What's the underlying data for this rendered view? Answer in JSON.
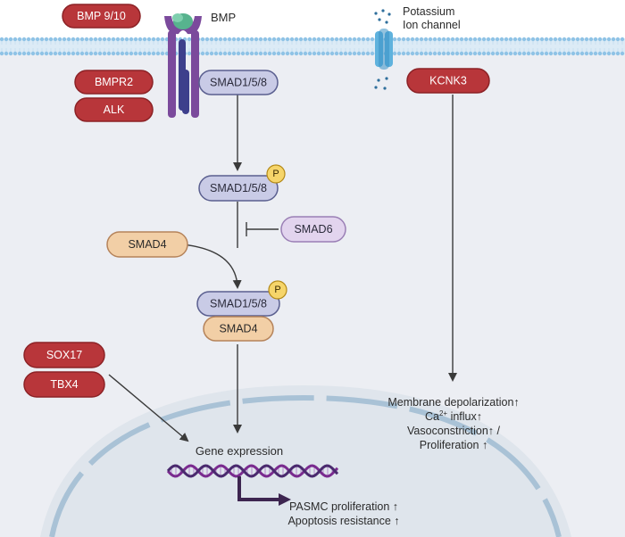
{
  "receptor": {
    "ligand": "BMP 9/10",
    "label": "BMP",
    "type2": "BMPR2",
    "type1": "ALK"
  },
  "channel": {
    "label_line1": "Potassium",
    "label_line2": "Ion channel",
    "gene": "KCNK3"
  },
  "smad": {
    "r_smad": "SMAD1/5/8",
    "r_smad_p": "SMAD1/5/8",
    "phospho": "P",
    "inhibitor": "SMAD6",
    "co_smad": "SMAD4",
    "complex_r": "SMAD1/5/8",
    "complex_p": "P",
    "complex_co": "SMAD4"
  },
  "transcription_factors": [
    "SOX17",
    "TBX4"
  ],
  "nucleus": {
    "gene_expression": "Gene expression",
    "outcome_line1": "PASMC proliferation ↑",
    "outcome_line2": "Apoptosis resistance ↑"
  },
  "kcnk3_effects": {
    "line1": "Membrane depolarization↑",
    "line2_pre": "Ca",
    "line2_sup": "2+",
    "line2_post": " influx↑",
    "line3": "Vasoconstriction↑ /",
    "line4": "Proliferation ↑"
  },
  "colors": {
    "cytoplasm": "#eceef3",
    "membrane_head": "#8fc3e6",
    "membrane_tail": "#c8dff0",
    "red_pill": "#b8363a",
    "red_border": "#8c2226",
    "smad158": "#c9cbe6",
    "smad158_border": "#5a5f8f",
    "smad4": "#f2cfa6",
    "smad4_border": "#b5835a",
    "smad6": "#e2d4ee",
    "smad6_border": "#9a7fb5",
    "phospho": "#f6d56a",
    "phospho_border": "#b48a18",
    "nucleus": "#dfe5ec",
    "nucleus_border": "#a9c2d6",
    "dna_a": "#7a2b8f",
    "dna_b": "#4a2a6e",
    "arrow": "#3a3a3a",
    "output_arrow": "#3d2550"
  }
}
